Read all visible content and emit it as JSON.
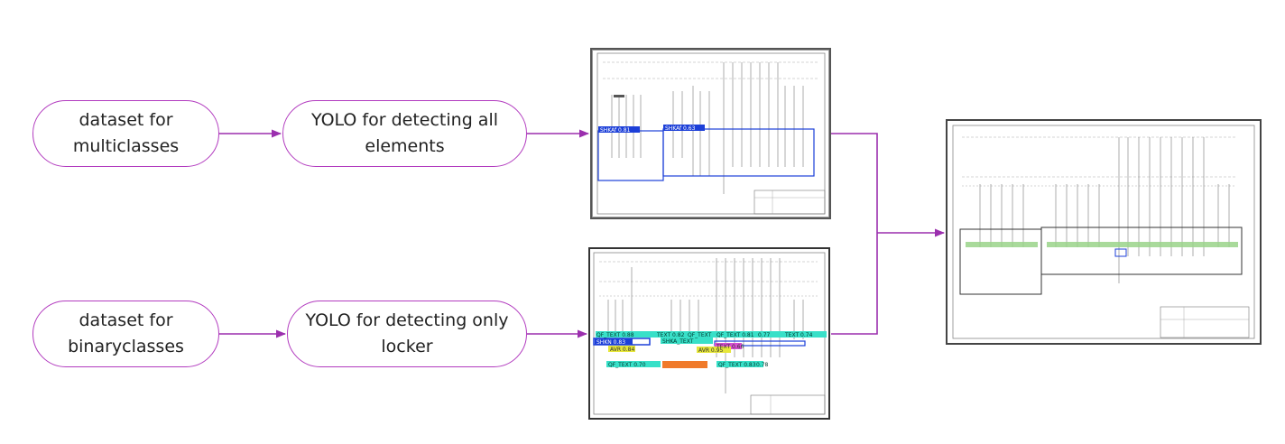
{
  "nodes": {
    "dataset_multi": "dataset for\nmulticlasses",
    "yolo_all": "YOLO for detecting all\nelements",
    "dataset_binary": "dataset for\nbinaryclasses",
    "yolo_locker": "YOLO for detecting only\nlocker"
  },
  "thumb1": {
    "det_labels": [
      "SHKAf 0.81",
      "SHKAf 0.63"
    ]
  },
  "thumb2": {
    "det_labels": [
      "QF_TEXT 0.88",
      "TEXT 0.82",
      "QF_TEXT",
      "QF_TEXT 0.81",
      "0.77",
      "0.74",
      "TEXT 0.74",
      "SHKN 0.83",
      "SHKA_TEXT",
      "AVR 0.84",
      "TEXT 0.66",
      "AVR 0.95",
      "QF_TEXT 0.70",
      "QF_TEXT 0.83",
      "0.78"
    ]
  },
  "colors": {
    "connector": "#9b2fae",
    "node_border": "#b23bbf",
    "detect_blue": "#1c3fd8",
    "detect_green": "#2fd07a",
    "detect_cyan": "#38e0c8",
    "detect_yellow": "#e6e63a",
    "detect_orange": "#f07a2a",
    "detect_magenta": "#d64fd0"
  }
}
